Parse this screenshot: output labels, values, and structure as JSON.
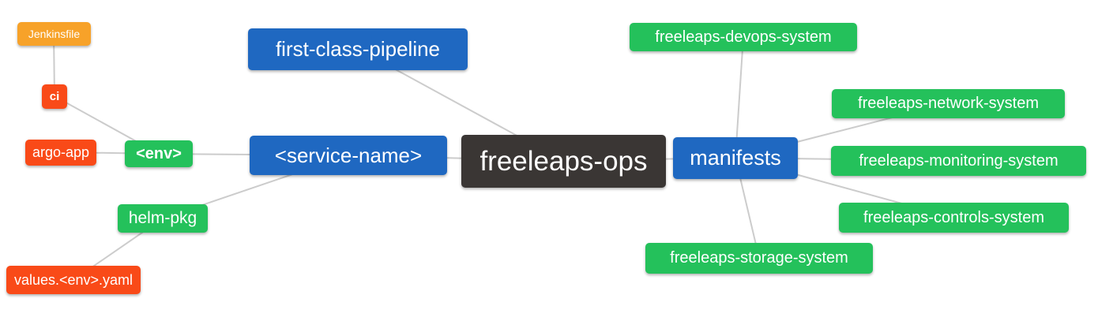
{
  "diagram": {
    "kind": "mind-map",
    "root_label": "freeleaps-ops"
  },
  "colors": {
    "root": "#3A3634",
    "blue": "#1F68C1",
    "green": "#24C15B",
    "red": "#F94A18",
    "orange": "#F7A229",
    "edge": "#CCCCCC",
    "text": "#FFFFFF",
    "background": "#FFFFFF"
  },
  "nodes": [
    {
      "id": "jenkinsfile",
      "label": "Jenkinsfile",
      "color": "orange"
    },
    {
      "id": "ci",
      "label": "ci",
      "color": "red"
    },
    {
      "id": "argo-app",
      "label": "argo-app",
      "color": "red"
    },
    {
      "id": "env",
      "label": "<env>",
      "color": "green"
    },
    {
      "id": "helm-pkg",
      "label": "helm-pkg",
      "color": "green"
    },
    {
      "id": "values-env-yaml",
      "label": "values.<env>.yaml",
      "color": "red"
    },
    {
      "id": "first-class-pipeline",
      "label": "first-class-pipeline",
      "color": "blue"
    },
    {
      "id": "service-name",
      "label": "<service-name>",
      "color": "blue"
    },
    {
      "id": "freeleaps-ops",
      "label": "freeleaps-ops",
      "color": "root"
    },
    {
      "id": "manifests",
      "label": "manifests",
      "color": "blue"
    },
    {
      "id": "devops-system",
      "label": "freeleaps-devops-system",
      "color": "green"
    },
    {
      "id": "network-system",
      "label": "freeleaps-network-system",
      "color": "green"
    },
    {
      "id": "monitoring-system",
      "label": "freeleaps-monitoring-system",
      "color": "green"
    },
    {
      "id": "controls-system",
      "label": "freeleaps-controls-system",
      "color": "green"
    },
    {
      "id": "storage-system",
      "label": "freeleaps-storage-system",
      "color": "green"
    }
  ],
  "edges": [
    [
      "jenkinsfile",
      "ci"
    ],
    [
      "ci",
      "env"
    ],
    [
      "argo-app",
      "env"
    ],
    [
      "env",
      "service-name"
    ],
    [
      "helm-pkg",
      "service-name"
    ],
    [
      "values-env-yaml",
      "helm-pkg"
    ],
    [
      "first-class-pipeline",
      "freeleaps-ops"
    ],
    [
      "service-name",
      "freeleaps-ops"
    ],
    [
      "freeleaps-ops",
      "manifests"
    ],
    [
      "manifests",
      "devops-system"
    ],
    [
      "manifests",
      "network-system"
    ],
    [
      "manifests",
      "monitoring-system"
    ],
    [
      "manifests",
      "controls-system"
    ],
    [
      "manifests",
      "storage-system"
    ]
  ]
}
